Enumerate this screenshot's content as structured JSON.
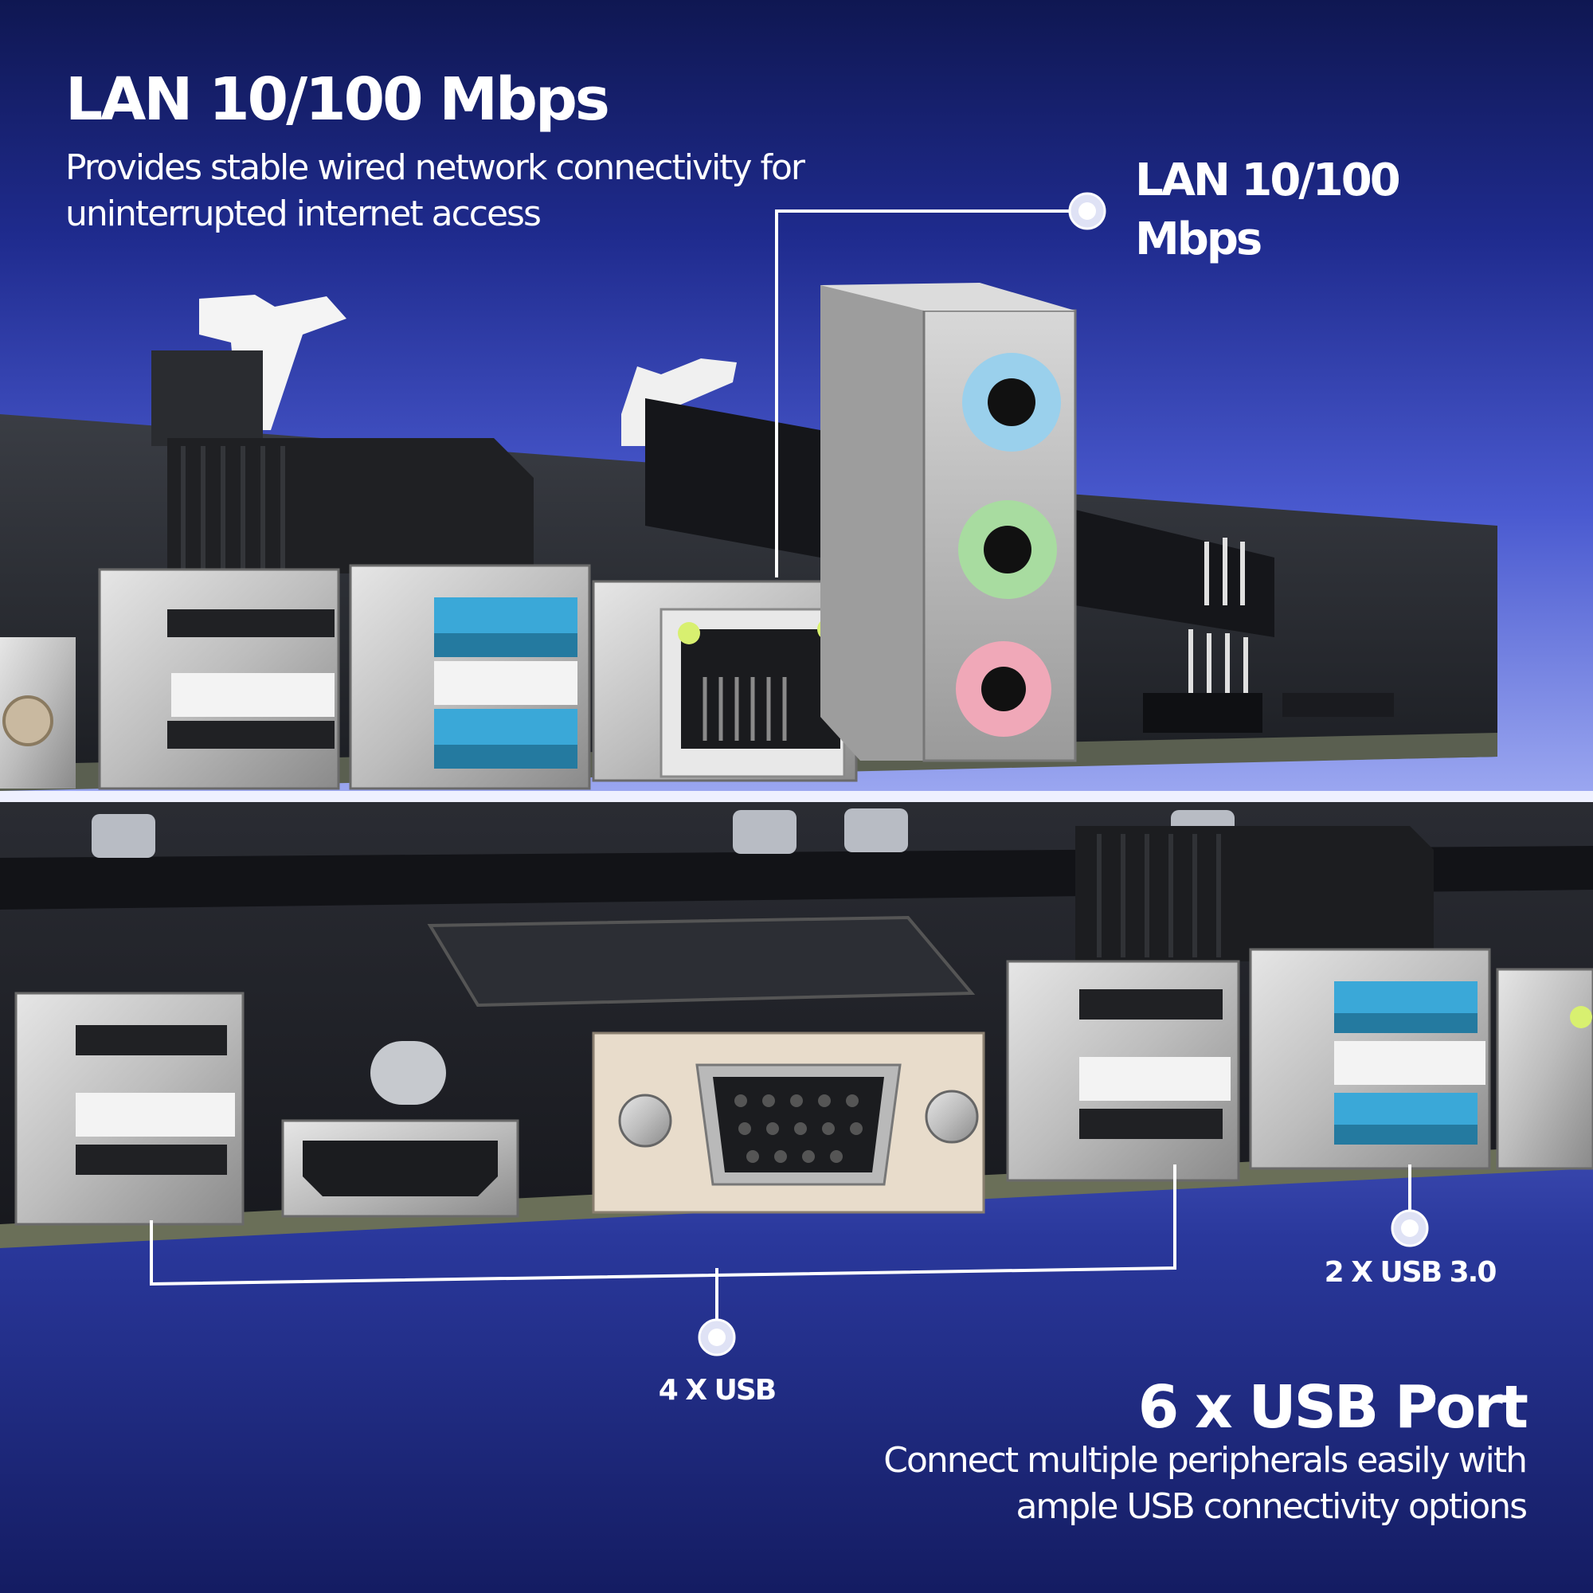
{
  "top_section": {
    "title": "LAN 10/100 Mbps",
    "description_line1": "Provides stable wired network connectivity for",
    "description_line2": "uninterrupted internet access",
    "callout_line1": "LAN 10/100",
    "callout_line2": "Mbps"
  },
  "bottom_section": {
    "title": "6 x USB Port",
    "description_line1": "Connect multiple peripherals easily with",
    "description_line2": "ample USB connectivity options",
    "callout_usb30": "2 X USB 3.0",
    "callout_usb": "4 X USB"
  },
  "colors": {
    "background_dark": "#141c62",
    "background_light": "#9aa6f0",
    "text": "#ffffff",
    "usb3_blue": "#3aa8d8",
    "audio_blue": "#9ad0ec",
    "audio_green": "#a8dca0",
    "audio_pink": "#f0a8b8",
    "lan_led": "#d8f070"
  }
}
